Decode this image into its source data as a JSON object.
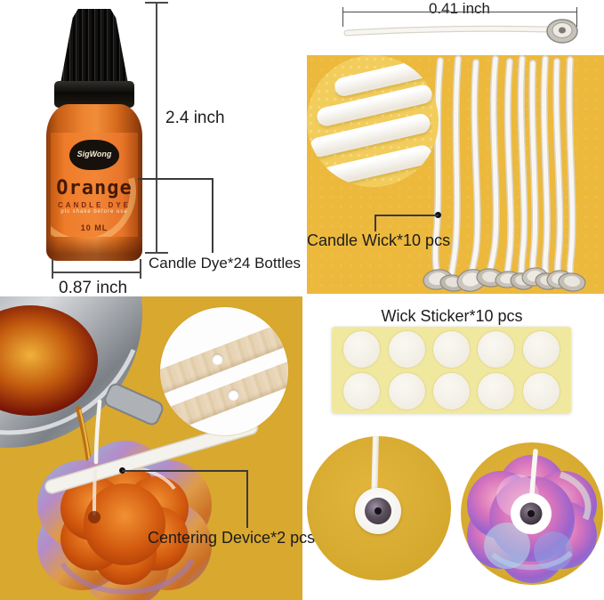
{
  "measurements": {
    "wick_width_label": "0.41 inch",
    "bottle_height_label": "2.4 inch",
    "bottle_width_label": "0.87 inch"
  },
  "callouts": {
    "dye": "Candle Dye*24 Bottles",
    "wick": "Candle Wick*10 pcs",
    "wick_sticker": "Wick Sticker*10 pcs",
    "centering_device": "Centering Device*2 pcs"
  },
  "bottle": {
    "brand": "SigWong",
    "color_name": "Orange",
    "product_type": "CANDLE DYE",
    "note": "pls shake before use",
    "volume": "10 ML"
  },
  "quantities": {
    "wicks_shown": 10,
    "stickers_shown": 10,
    "centering_devices_shown": 2
  },
  "colors": {
    "panel_yellow": "#ecb93d",
    "photo_yellow": "#d9a82f",
    "circle_yellow": "#d5a82e",
    "sticker_sheet_yellow": "#f1e8a0",
    "bottle_orange": "#e0701f",
    "cap_black": "#131211",
    "annotation_text": "#1c1c1c"
  }
}
